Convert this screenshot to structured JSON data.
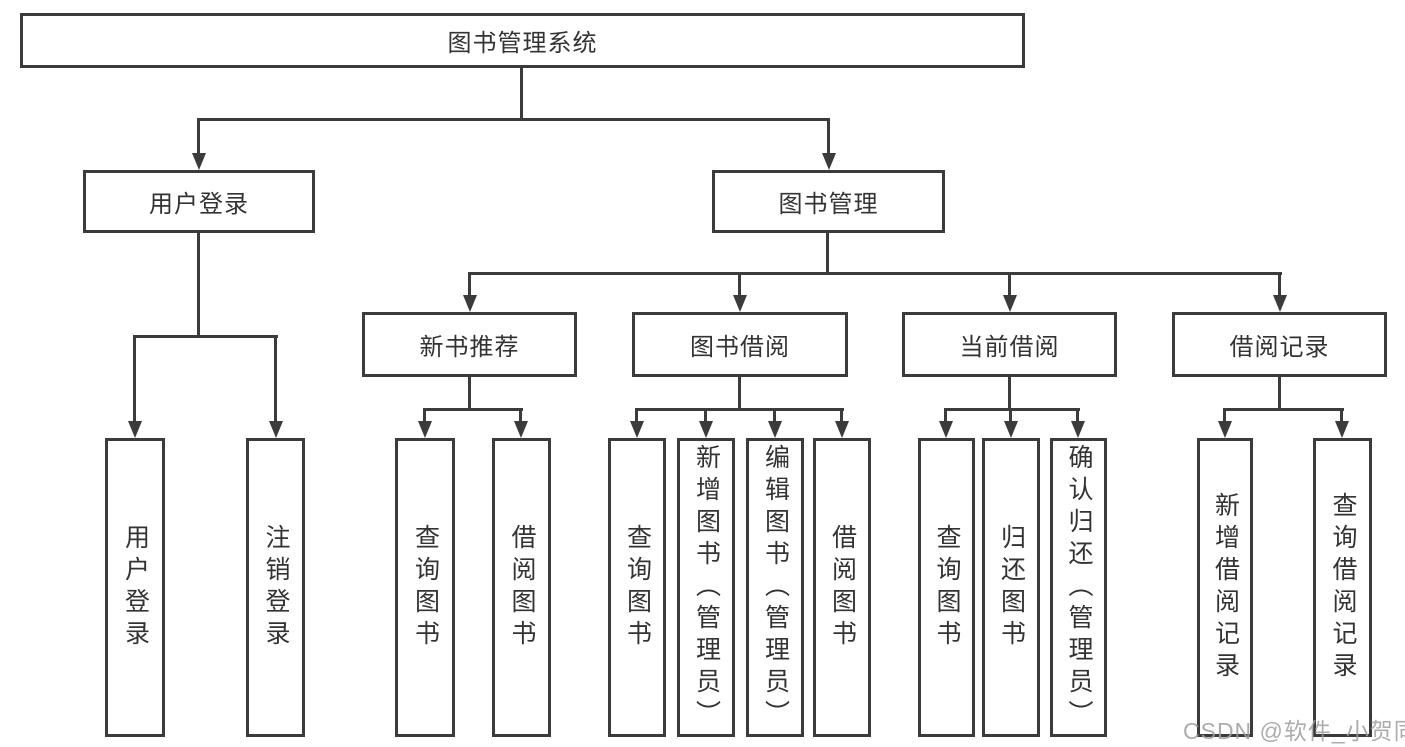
{
  "title": "图书管理系统",
  "colors": {
    "line": "#3b3b3b",
    "text": "#333333",
    "background": "#ffffff",
    "watermark": "#9e9e9e"
  },
  "watermark": "CSDN @软件_小贺同学",
  "tree": {
    "root": "图书管理系统",
    "level2": [
      {
        "label": "用户登录",
        "leaves": [
          "用户登录",
          "注销登录"
        ]
      },
      {
        "label": "图书管理",
        "groups": [
          {
            "label": "新书推荐",
            "leaves": [
              "查询图书",
              "借阅图书"
            ]
          },
          {
            "label": "图书借阅",
            "leaves": [
              "查询图书",
              "新增图书（管理员）",
              "编辑图书（管理员）",
              "借阅图书"
            ]
          },
          {
            "label": "当前借阅",
            "leaves": [
              "查询图书",
              "归还图书",
              "确认归还（管理员）"
            ]
          },
          {
            "label": "借阅记录",
            "leaves": [
              "新增借阅记录",
              "查询借阅记录"
            ]
          }
        ]
      }
    ]
  }
}
